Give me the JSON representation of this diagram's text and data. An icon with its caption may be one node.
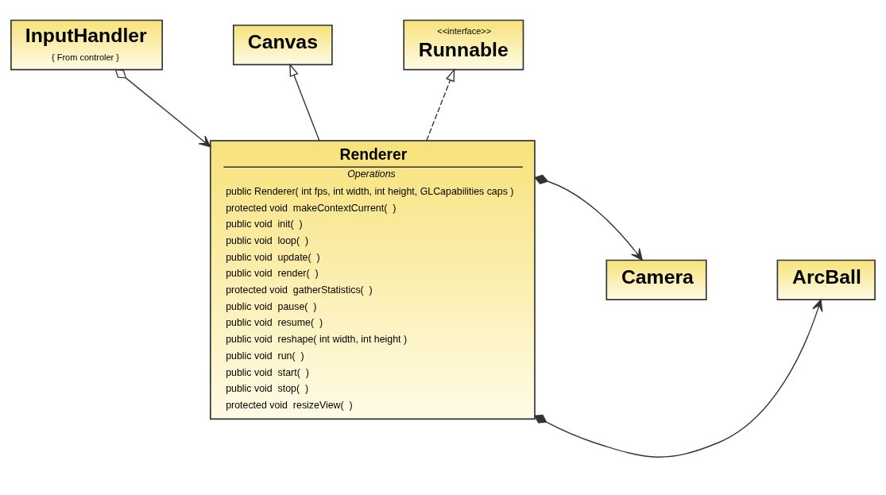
{
  "diagram": {
    "nodes": [
      {
        "text": [
          "Canvas"
        ]
      },
      {
        "text": [
          "InputHandler",
          "{ From controler }"
        ]
      },
      {
        "text": [
          "<<interface>>",
          "Runnable"
        ]
      },
      {
        "text": [
          "Renderer",
          "Operations",
          "public Renderer( int fps, int width, int height, GLCapabilities caps )",
          "protected void  makeContextCurrent(  )",
          "public void  init(  )",
          "public void  loop(  )",
          "public void  update(  )",
          "public void  render(  )",
          "protected void  gatherStatistics(  )",
          "public void  pause(  )",
          "public void  resume(  )",
          "public void  reshape( int width, int height )",
          "public void  run(  )",
          "public void  start(  )",
          "public void  stop(  )",
          "protected void  resizeView(  )"
        ]
      },
      {
        "text": [
          "ArcBall"
        ]
      },
      {
        "text": [
          "Camera"
        ]
      }
    ],
    "edges": [
      {
        "from": 1,
        "to": 3,
        "arrow": "to"
      },
      {
        "from": 3,
        "to": 0,
        "arrow": "to"
      },
      {
        "from": 3,
        "to": 2,
        "arrow": "to",
        "style": "dashed"
      },
      {
        "from": 3,
        "to": 4,
        "arrow": "to"
      },
      {
        "from": 3,
        "to": 5,
        "arrow": "to"
      }
    ]
  }
}
